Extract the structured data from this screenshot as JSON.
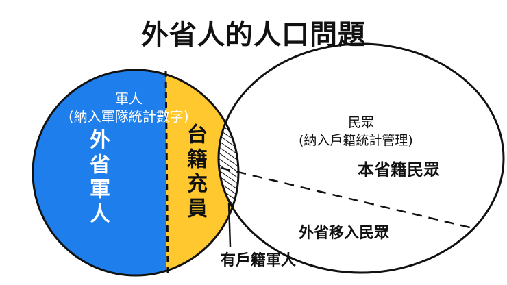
{
  "title": "外省人的人口問題",
  "colors": {
    "military_blue": "#1E7EEB",
    "taiwanese_recruit_yellow": "#FFC82E",
    "outline": "#111111",
    "background": "#FFFFFF"
  },
  "left_circle": {
    "heading": "軍人",
    "subheading": "(納入軍隊統計數字)",
    "blue_region_label": "外省軍人",
    "yellow_region_label": "台籍充員"
  },
  "right_ellipse": {
    "heading": "民眾",
    "subheading": "(納入戶籍統計管理)",
    "upper_region_label": "本省籍民眾",
    "lower_region_label": "外省移入民眾"
  },
  "intersection": {
    "label": "有戶籍軍人"
  }
}
